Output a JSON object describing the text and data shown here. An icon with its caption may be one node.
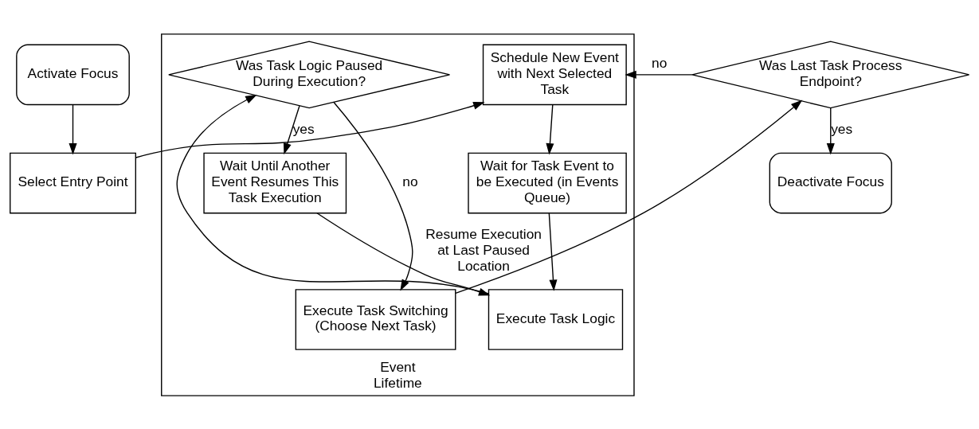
{
  "diagram": {
    "nodes": [
      {
        "text": [
          "Activate Focus"
        ]
      },
      {
        "text": [
          "Select Entry Point"
        ]
      },
      {
        "text": [
          "Event Lifetime"
        ]
      },
      {
        "text": [
          "Schedule New Event with Next Selected Task"
        ],
        "in": 2
      },
      {
        "text": [
          "Wait for Task Event to be Executed (in Events Queue)"
        ],
        "in": 2
      },
      {
        "text": [
          "Execute Task Logic"
        ],
        "in": 2
      },
      {
        "text": [
          "Was Task Logic Paused During Execution?"
        ],
        "in": 2
      },
      {
        "text": [
          "Wait Until Another Event Resumes This Task Execution"
        ],
        "in": 2
      },
      {
        "text": [
          "Execute Task Switching (Choose Next Task)"
        ],
        "in": 2
      },
      {
        "text": [
          "Was Last Task Process Endpoint?"
        ]
      },
      {
        "text": [
          "Deactivate Focus"
        ]
      }
    ],
    "edges": [
      {
        "from": 0,
        "to": 1,
        "arrow": "to"
      },
      {
        "from": 1,
        "to": 3,
        "arrow": "to"
      },
      {
        "from": 3,
        "to": 4,
        "arrow": "to"
      },
      {
        "from": 4,
        "to": 5,
        "arrow": "to"
      },
      {
        "from": 5,
        "to": 6,
        "arrow": "to"
      },
      {
        "from": 6,
        "to": 7,
        "label": "yes",
        "arrow": "to"
      },
      {
        "from": 6,
        "to": 8,
        "label": "no",
        "arrow": "to"
      },
      {
        "from": 7,
        "to": 5,
        "label": "Resume Execution at Last Paused Location",
        "arrow": "to"
      },
      {
        "from": 8,
        "to": 9,
        "arrow": "to"
      },
      {
        "from": 9,
        "to": 3,
        "label": "no",
        "arrow": "to"
      },
      {
        "from": 9,
        "to": 10,
        "label": "yes",
        "arrow": "to"
      }
    ]
  }
}
